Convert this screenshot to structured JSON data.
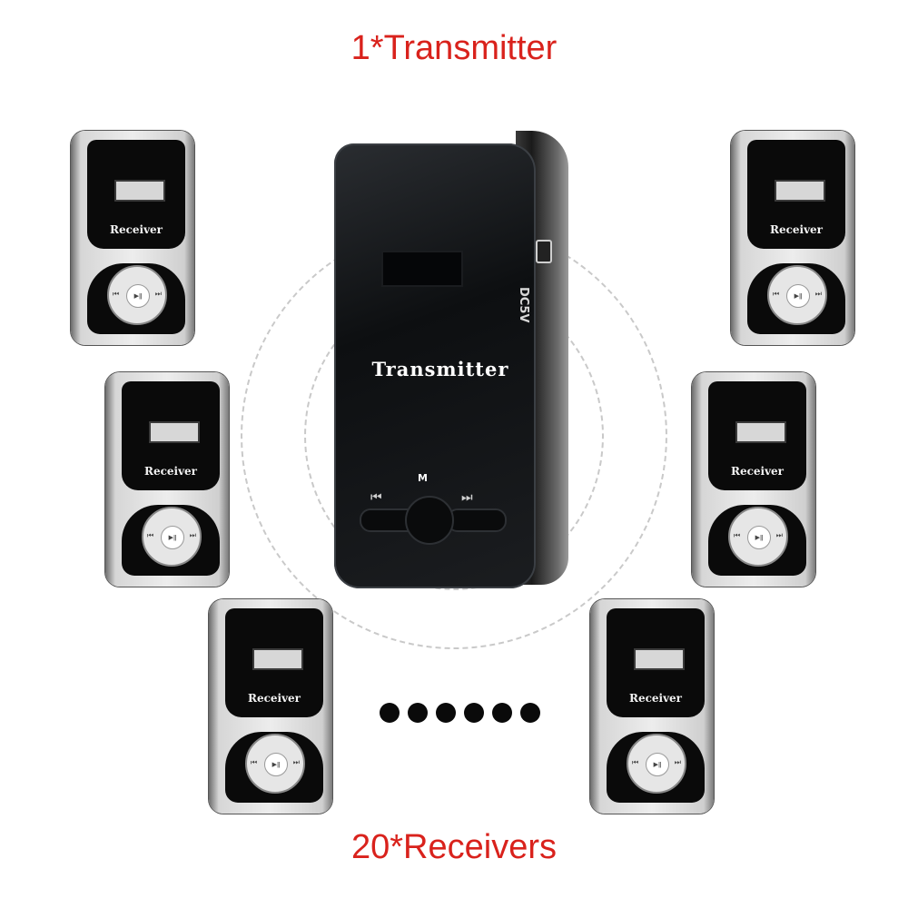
{
  "captions": {
    "top": "1*Transmitter",
    "bottom": "20*Receivers"
  },
  "transmitter": {
    "label": "Transmitter",
    "m_label": "M",
    "dc_label": "DC5V",
    "prev_icon": "⏮",
    "next_icon": "⏭"
  },
  "receiver": {
    "label": "Receiver",
    "play_icon": "▶ǁ",
    "prev_icon": "⏮",
    "next_icon": "⏭"
  },
  "colors": {
    "caption": "#d9221c",
    "device_black": "#0a0a0a",
    "device_silver": "#d6d6d6"
  }
}
